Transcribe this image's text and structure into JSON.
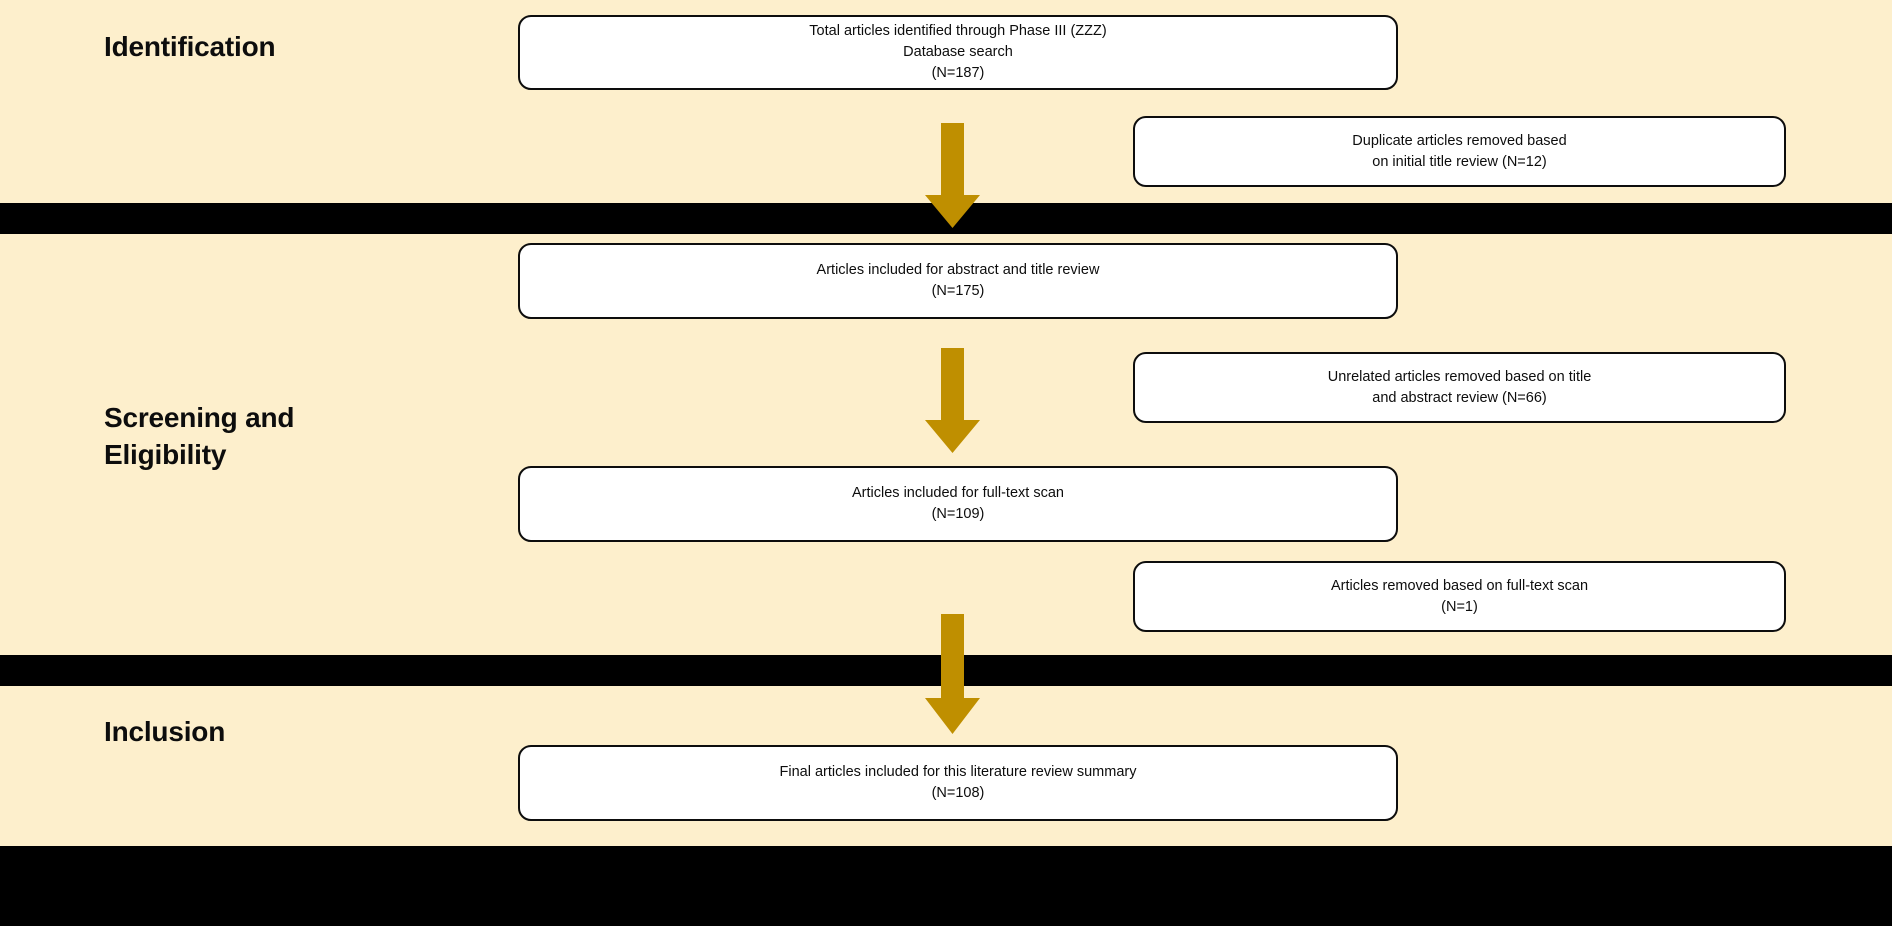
{
  "figure": {
    "type": "prisma-flow-diagram",
    "background_color": "#FDEFCC",
    "arrow_color": "#BF8F00",
    "band_color": "#000000",
    "box_fill": "#FFFFFF",
    "box_border": "#0D0D0D"
  },
  "stages": {
    "identification": "Identification",
    "screening": "Screening and\nEligibility",
    "inclusion": "Inclusion"
  },
  "nodes": {
    "identified": "Total articles identified through Phase III (ZZZ)\nDatabase search\n(N=187)",
    "duplicates_removed": "Duplicate articles removed based\non initial title review (N=12)",
    "abstract_title_review": "Articles included for abstract and title review\n(N=175)",
    "unrelated_removed": "Unrelated articles removed based on title\nand abstract review (N=66)",
    "fulltext_scan": "Articles included for full-text scan\n(N=109)",
    "fulltext_removed": "Articles removed based on full-text scan\n(N=1)",
    "final_included": "Final articles included for this literature review summary\n(N=108)"
  },
  "counts": {
    "identified": 187,
    "duplicates_removed": 12,
    "abstract_title_review": 175,
    "unrelated_removed": 66,
    "fulltext_scan": 109,
    "fulltext_removed": 1,
    "final_included": 108
  },
  "arrows": {
    "arrow_1": "down-arrow",
    "arrow_2": "down-arrow",
    "arrow_3": "down-arrow"
  }
}
